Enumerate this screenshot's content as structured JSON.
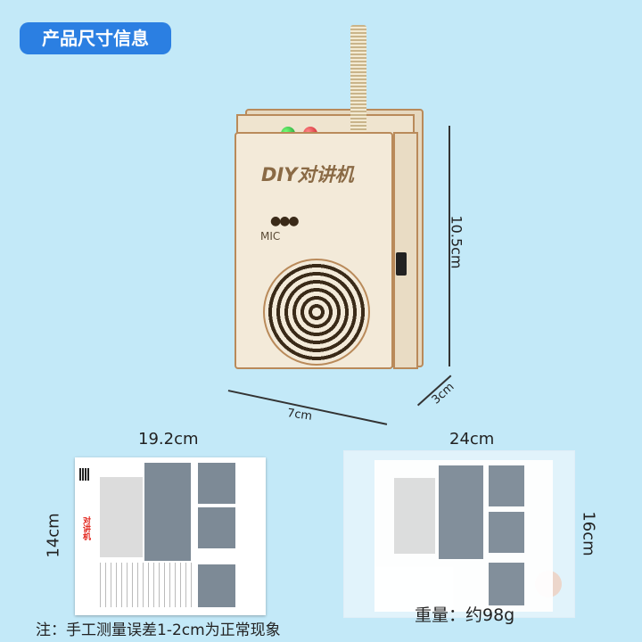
{
  "title": "产品尺寸信息",
  "product": {
    "logo_text": "DIY对讲机",
    "mic_label": "MIC"
  },
  "dimensions": {
    "height": "10.5cm",
    "width": "7cm",
    "depth": "3cm"
  },
  "manual": {
    "width": "19.2cm",
    "height": "14cm",
    "heading": "对讲机"
  },
  "package": {
    "width": "24cm",
    "height": "16cm"
  },
  "weight": "重量：约98g",
  "note": "注：手工测量误差1-2cm为正常现象",
  "colors": {
    "background": "#c3e9f8",
    "badge": "#2b7fe2"
  }
}
